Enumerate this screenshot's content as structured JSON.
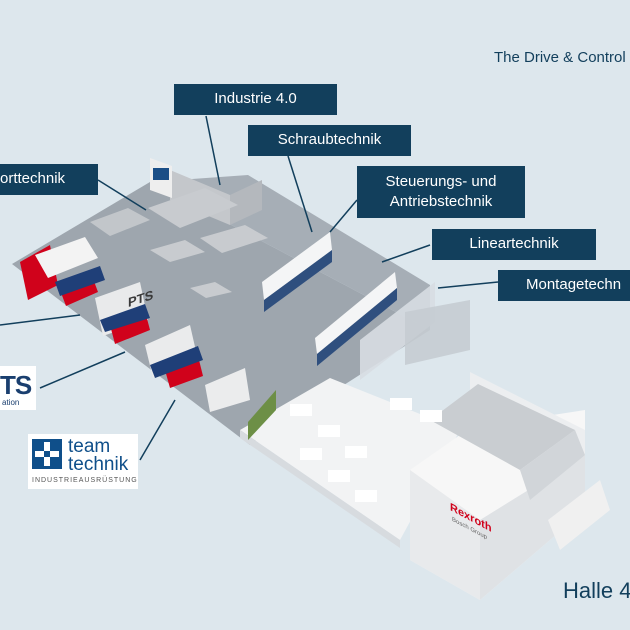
{
  "header": {
    "tagline": "The Drive & Control"
  },
  "labels": {
    "industrie": "Industrie 4.0",
    "schraub": "Schraubtechnik",
    "steuerung_1": "Steuerungs- und",
    "steuerung_2": "Antriebstechnik",
    "linear": "Lineartechnik",
    "montage": "Montagetechn",
    "transport": "orttechnik"
  },
  "logos": {
    "pts_left": "TS",
    "pts_left_sub": "ation",
    "team_1": "team",
    "team_2": "technik",
    "team_sub": "INDUSTRIEAUSRÜSTUNG",
    "booth_pts": "PTS",
    "rexroth": "Rexroth",
    "rexroth_sub": "Bosch Group"
  },
  "footer": {
    "hall": "Halle 4"
  },
  "colors": {
    "label_bg": "#123f5c",
    "label_text": "#ffffff",
    "background": "#dde7ed",
    "floor": "#9ea6ae",
    "accent_red": "#d0021b"
  }
}
